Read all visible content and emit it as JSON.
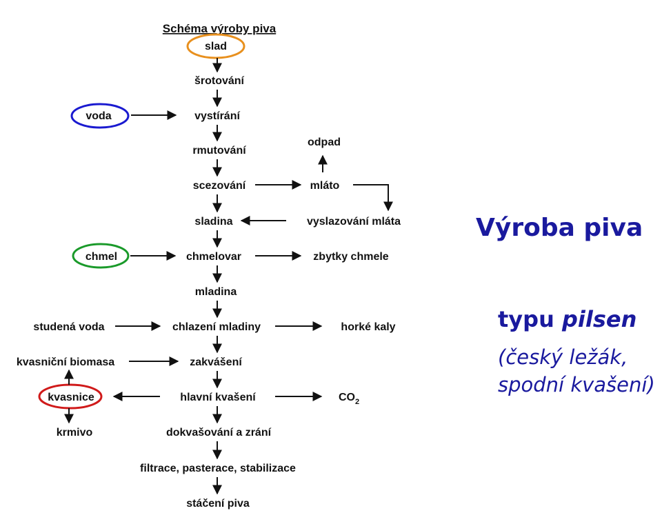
{
  "diagram": {
    "title": "Schéma výroby piva",
    "nodes": {
      "slad": "slad",
      "srotovani": "šrotování",
      "voda": "voda",
      "vystirani": "vystírání",
      "odpad": "odpad",
      "rmutovani": "rmutování",
      "scezovani": "scezování",
      "mlato": "mláto",
      "sladina": "sladina",
      "vyslazovani": "vyslazování mláta",
      "chmel": "chmel",
      "chmelovar": "chmelovar",
      "zbytky": "zbytky chmele",
      "mladina": "mladina",
      "studena_voda": "studená voda",
      "chlazeni": "chlazení mladiny",
      "horke_kaly": "horké kaly",
      "kvasnicni_biomasa": "kvasniční biomasa",
      "zakvaseni": "zakvášení",
      "kvasnice": "kvasnice",
      "hlavni_kvaseni": "hlavní kvašení",
      "co2": "CO",
      "co2_sub": "2",
      "krmivo": "krmivo",
      "dokvasovani": "dokvašování a zrání",
      "filtrace": "filtrace, pasterace, stabilizace",
      "staceni": "stáčení piva"
    },
    "highlight_colors": {
      "slad": "#e8901e",
      "voda": "#1a1ad0",
      "chmel": "#1a9a2a",
      "kvasnice": "#d01a1a"
    }
  },
  "side": {
    "title": "Výroba piva",
    "type_prefix": "typu",
    "type_name": "pilsen",
    "note_line1": "(český ležák,",
    "note_line2": "spodní kvašení)"
  },
  "colors": {
    "side_text": "#1a1a9e"
  }
}
